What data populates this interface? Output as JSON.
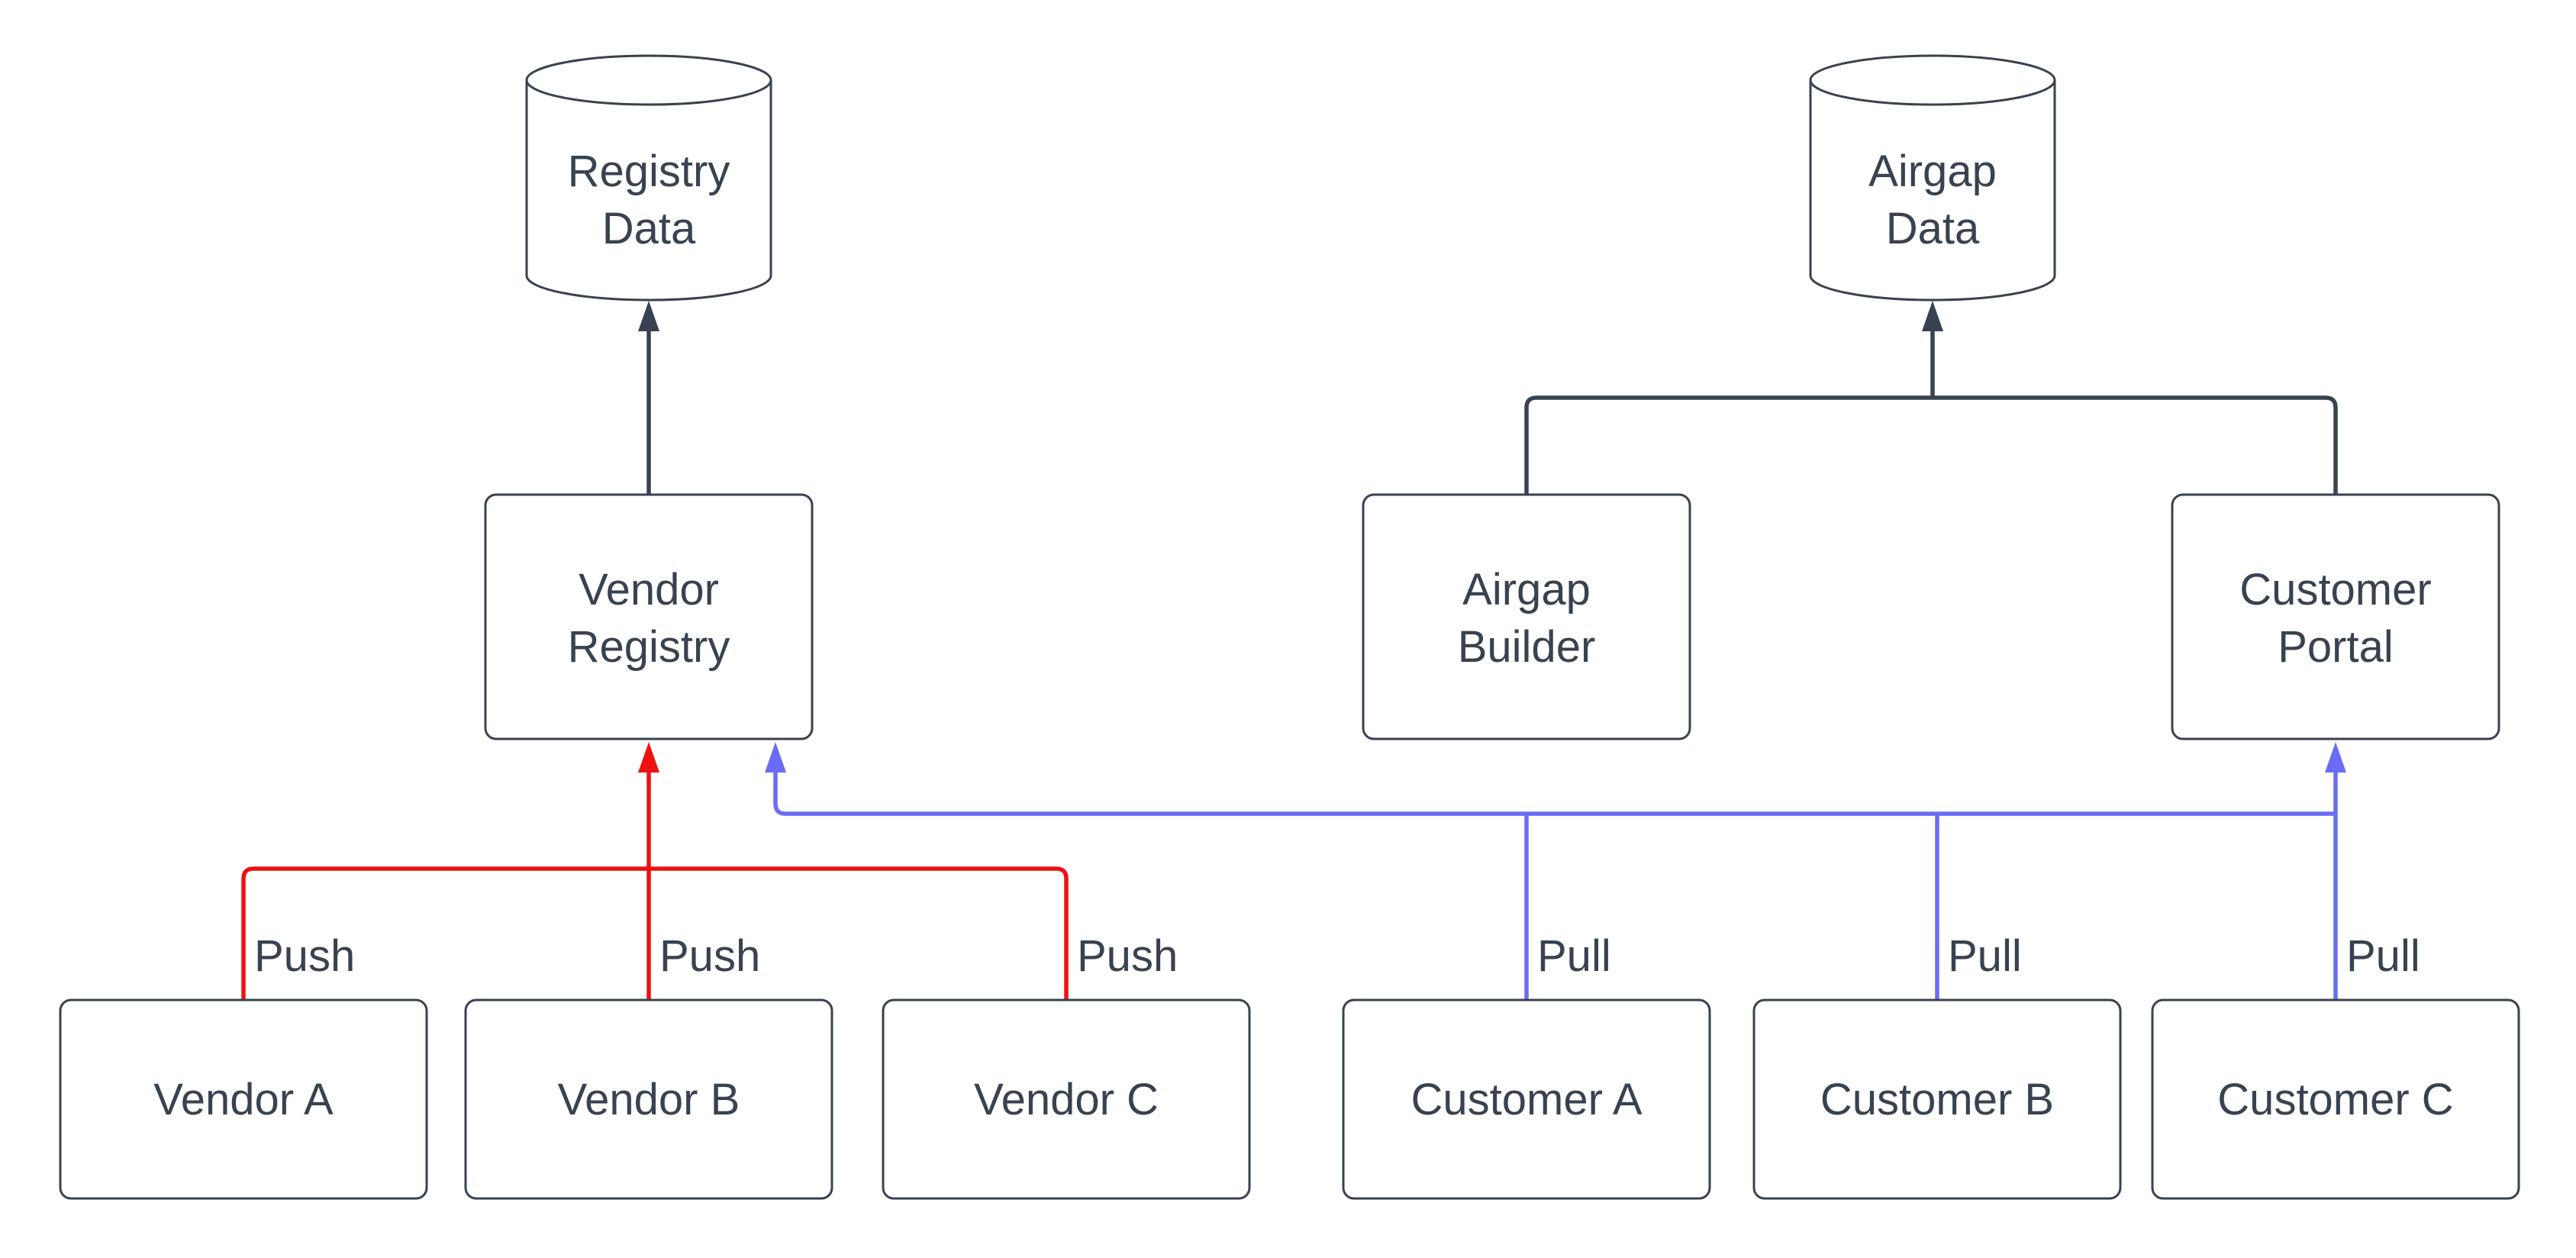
{
  "diagram": {
    "colors": {
      "background": "#ffffff",
      "node_stroke": "#384250",
      "text": "#384250",
      "push": "#ed1111",
      "pull": "#6b6bf5"
    },
    "datastores": {
      "registry_data": {
        "line1": "Registry",
        "line2": "Data"
      },
      "airgap_data": {
        "line1": "Airgap",
        "line2": "Data"
      }
    },
    "services": {
      "vendor_registry": {
        "line1": "Vendor",
        "line2": "Registry"
      },
      "airgap_builder": {
        "line1": "Airgap",
        "line2": "Builder"
      },
      "customer_portal": {
        "line1": "Customer",
        "line2": "Portal"
      }
    },
    "vendors": [
      {
        "label": "Vendor A"
      },
      {
        "label": "Vendor B"
      },
      {
        "label": "Vendor C"
      }
    ],
    "customers": [
      {
        "label": "Customer A"
      },
      {
        "label": "Customer B"
      },
      {
        "label": "Customer C"
      }
    ],
    "edge_labels": {
      "push": [
        "Push",
        "Push",
        "Push"
      ],
      "pull": [
        "Pull",
        "Pull",
        "Pull"
      ]
    }
  }
}
